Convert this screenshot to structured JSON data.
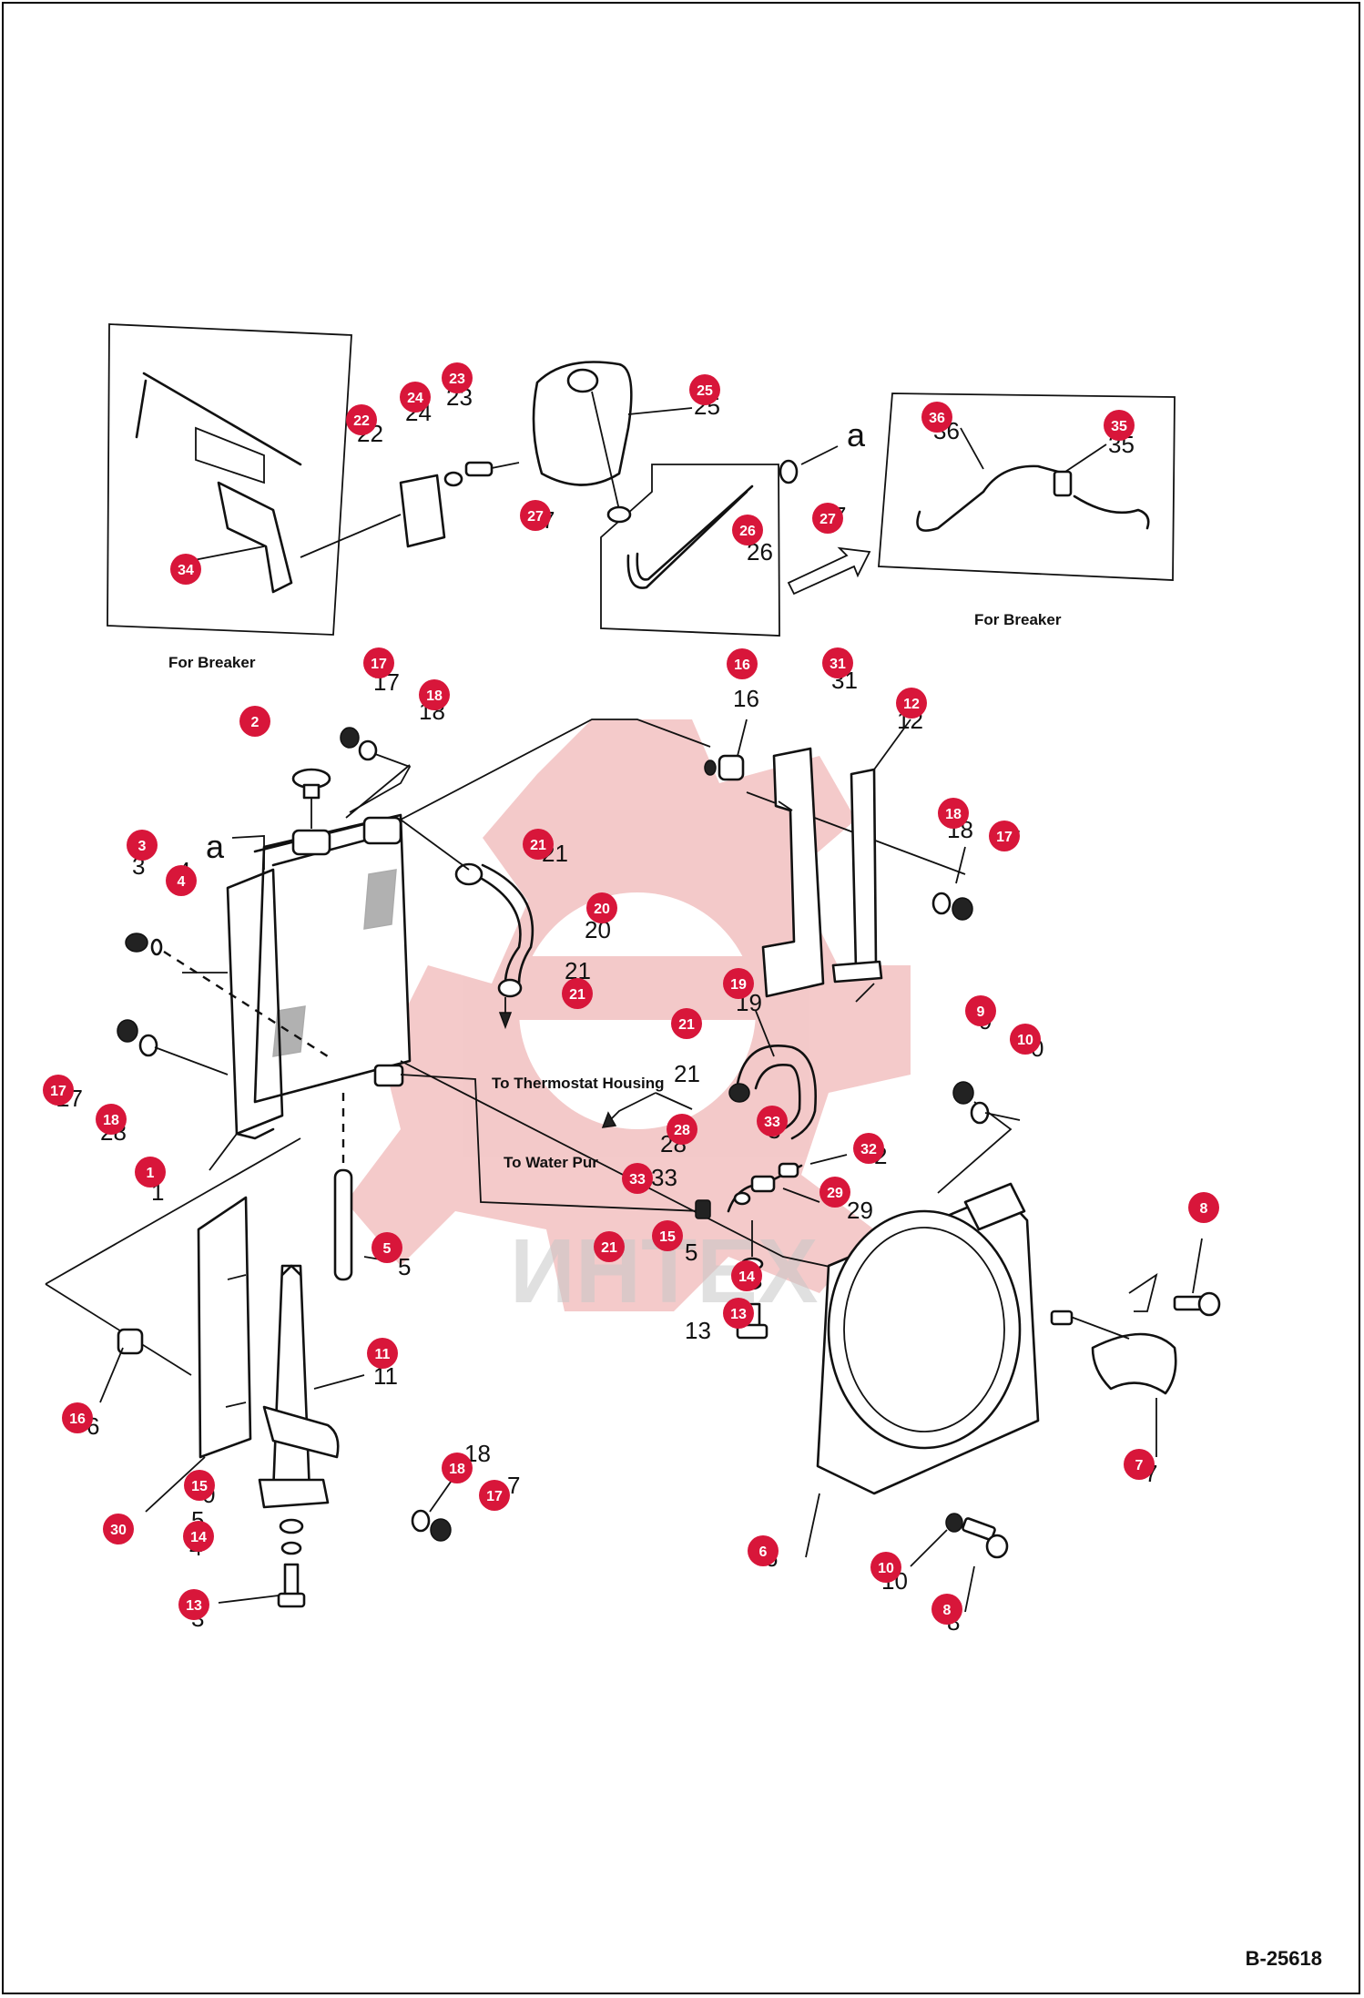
{
  "figure_ref": "B-25618",
  "labels": {
    "for_breaker_left": "For Breaker",
    "for_breaker_right": "For Breaker",
    "to_thermostat": "To Thermostat Housing",
    "to_water_pump": "To Water Pur",
    "letter_a_top": "a",
    "letter_a_left": "a"
  },
  "watermark": {
    "text": "ИНТЕХ"
  },
  "colors": {
    "callout": "#d8163a",
    "watermark": "#f0b8b8"
  },
  "callouts": [
    {
      "n": "1"
    },
    {
      "n": "2"
    },
    {
      "n": "3"
    },
    {
      "n": "4"
    },
    {
      "n": "5"
    },
    {
      "n": "6"
    },
    {
      "n": "7"
    },
    {
      "n": "8"
    },
    {
      "n": "8"
    },
    {
      "n": "9"
    },
    {
      "n": "10"
    },
    {
      "n": "10"
    },
    {
      "n": "11"
    },
    {
      "n": "12"
    },
    {
      "n": "13"
    },
    {
      "n": "13"
    },
    {
      "n": "14"
    },
    {
      "n": "14"
    },
    {
      "n": "15"
    },
    {
      "n": "15"
    },
    {
      "n": "16"
    },
    {
      "n": "16"
    },
    {
      "n": "17"
    },
    {
      "n": "17"
    },
    {
      "n": "17"
    },
    {
      "n": "17"
    },
    {
      "n": "18"
    },
    {
      "n": "18"
    },
    {
      "n": "18"
    },
    {
      "n": "18"
    },
    {
      "n": "19"
    },
    {
      "n": "20"
    },
    {
      "n": "21"
    },
    {
      "n": "21"
    },
    {
      "n": "21"
    },
    {
      "n": "21"
    },
    {
      "n": "22"
    },
    {
      "n": "23"
    },
    {
      "n": "24"
    },
    {
      "n": "25"
    },
    {
      "n": "26"
    },
    {
      "n": "27"
    },
    {
      "n": "27"
    },
    {
      "n": "28"
    },
    {
      "n": "29"
    },
    {
      "n": "30"
    },
    {
      "n": "31"
    },
    {
      "n": "32"
    },
    {
      "n": "33"
    },
    {
      "n": "33"
    },
    {
      "n": "34"
    },
    {
      "n": "35"
    },
    {
      "n": "36"
    }
  ],
  "printed_numbers": [
    {
      "t": "22"
    },
    {
      "t": "24"
    },
    {
      "t": "23"
    },
    {
      "t": "25"
    },
    {
      "t": "7"
    },
    {
      "t": "26"
    },
    {
      "t": "7"
    },
    {
      "t": "36"
    },
    {
      "t": "35"
    },
    {
      "t": "17"
    },
    {
      "t": "18"
    },
    {
      "t": "16"
    },
    {
      "t": "31"
    },
    {
      "t": "12"
    },
    {
      "t": "3"
    },
    {
      "t": "4"
    },
    {
      "t": "21"
    },
    {
      "t": "20"
    },
    {
      "t": "21"
    },
    {
      "t": "18"
    },
    {
      "t": "17"
    },
    {
      "t": "19"
    },
    {
      "t": "21"
    },
    {
      "t": "27"
    },
    {
      "t": "28"
    },
    {
      "t": "9"
    },
    {
      "t": "0"
    },
    {
      "t": "28"
    },
    {
      "t": "3"
    },
    {
      "t": "2"
    },
    {
      "t": "33"
    },
    {
      "t": "29"
    },
    {
      "t": "1"
    },
    {
      "t": "5"
    },
    {
      "t": "5"
    },
    {
      "t": "13"
    },
    {
      "t": "6"
    },
    {
      "t": "11"
    },
    {
      "t": "18"
    },
    {
      "t": "7"
    },
    {
      "t": "0"
    },
    {
      "t": "5"
    },
    {
      "t": "4"
    },
    {
      "t": "3"
    },
    {
      "t": "6"
    },
    {
      "t": "10"
    },
    {
      "t": "8"
    },
    {
      "t": "7"
    }
  ]
}
